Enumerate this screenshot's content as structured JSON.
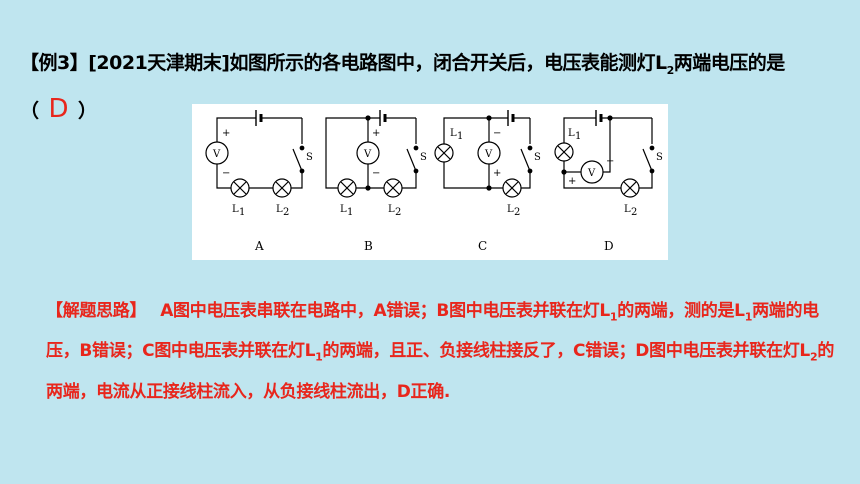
{
  "question": {
    "tag": "【例3】",
    "source": "[2021天津期末]",
    "text_before": "如图所示的各电路图中，闭合开关后，电压表能测灯L",
    "sub_2": "2",
    "text_after": "两端电压的是（",
    "answer": "D",
    "close": "）"
  },
  "figure": {
    "labels": {
      "V": "V",
      "S": "S",
      "L": "L",
      "sub1": "1",
      "sub2": "2",
      "plus": "+",
      "minus": "−"
    },
    "panels": [
      "A",
      "B",
      "C",
      "D"
    ]
  },
  "solution": {
    "label": "【解题思路】",
    "p1": "A图中电压表串联在电路中，A错误；B图中电压表并联在灯L",
    "s1": "1",
    "p2": "的两端，测的是L",
    "s2": "1",
    "p3": "两端的电压，B错误；C图中电压表并联在灯L",
    "s3": "1",
    "p4": "的两端，且正、负接线柱接反了，C错误；D图中电压表并联在灯L",
    "s4": "2",
    "p5": "的两端，电流从正接线柱流入，从负接线柱流出，D正确."
  },
  "colors": {
    "background": "#bfe5ef",
    "accent": "#e8261c"
  }
}
